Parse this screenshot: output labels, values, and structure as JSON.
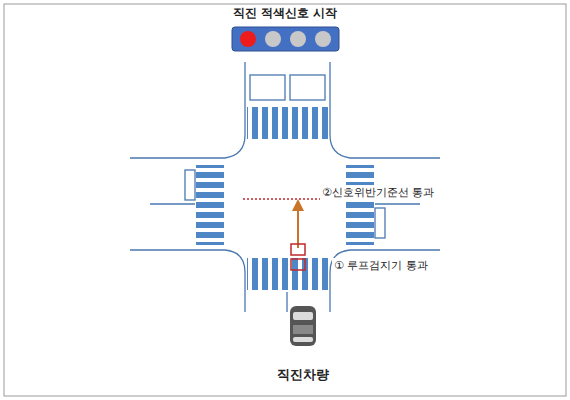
{
  "diagram": {
    "title": "직진 적색신호 시작",
    "labels": [
      "②신호위반기준선 통과",
      "① 루프검지기 통과",
      "직진차량"
    ]
  }
}
